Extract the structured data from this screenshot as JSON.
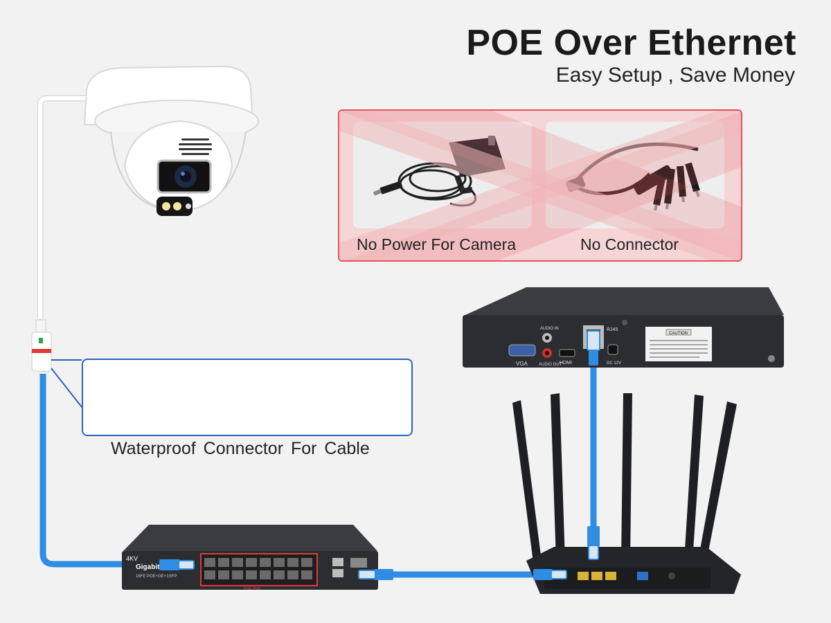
{
  "header": {
    "title": "POE Over Ethernet",
    "subtitle": "Easy Setup , Save Money"
  },
  "not_needed": {
    "items": [
      {
        "label": "No Power For Camera",
        "icon": "power-adapter-icon"
      },
      {
        "label": "No Connector",
        "icon": "splitter-cable-icon"
      }
    ],
    "accent": "#e4545a",
    "fill": "#f6d5d7"
  },
  "waterproof": {
    "label": "Waterproof Connector For Cable",
    "accent": "#2a62c2"
  },
  "switch": {
    "brand": "4KV",
    "model_title": "Gigabit",
    "model": "16FE POE+GE+1SFP",
    "port_label": "PoE Port"
  },
  "nvr": {
    "ports": [
      "VGA",
      "HDMI",
      "RJ45",
      "AUDIO IN",
      "AUDIO OUT",
      "DC 12V"
    ],
    "caution": "CAUTION"
  },
  "colors": {
    "cable": "#2f8de4",
    "camera_cable": "#ffffff",
    "device_dark": "#2b2d30"
  }
}
